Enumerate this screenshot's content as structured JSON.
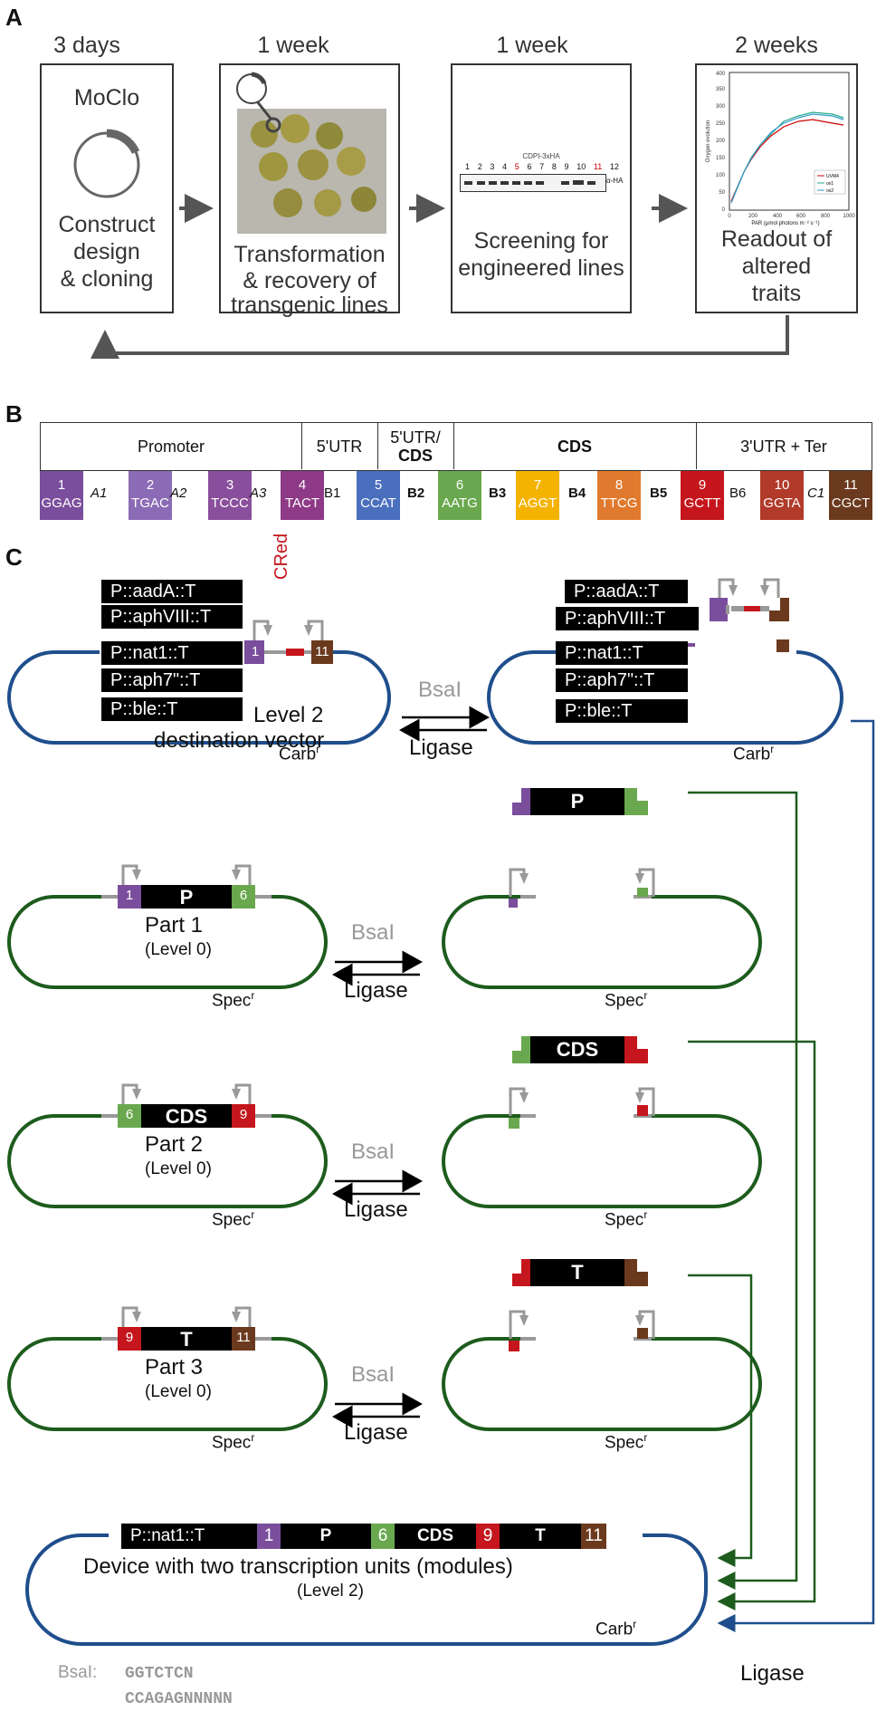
{
  "panelA": {
    "letter": "A",
    "steps": [
      {
        "duration": "3 days",
        "title": "MoClo",
        "text": [
          "Construct",
          "design",
          "& cloning"
        ]
      },
      {
        "duration": "1 week",
        "text": [
          "Transformation",
          "& recovery of",
          "transgenic lines"
        ]
      },
      {
        "duration": "1 week",
        "text": [
          "Screening for",
          "engineered lines"
        ],
        "blot_title": "CDPI-3xHA",
        "blot_lanes": [
          "1",
          "2",
          "3",
          "4",
          "5",
          "6",
          "7",
          "8",
          "9",
          "10",
          "11",
          "12"
        ],
        "blot_tag": "α-HA"
      },
      {
        "duration": "2 weeks",
        "text": [
          "Readout of",
          "altered",
          "traits"
        ]
      }
    ],
    "mini_chart": {
      "ylabel": "Oxygen evolution",
      "xlabel": "PAR (μmol photons m⁻² s⁻¹)",
      "yticks": [
        "0",
        "50",
        "100",
        "150",
        "200",
        "250",
        "300",
        "350",
        "400"
      ],
      "xticks": [
        "0",
        "200",
        "400",
        "600",
        "800",
        "1000"
      ],
      "legend": [
        "UVM4",
        "ox1",
        "ox2"
      ]
    }
  },
  "panelB": {
    "letter": "B",
    "segments": [
      {
        "label": "Promoter",
        "bold": false
      },
      {
        "label": "5'UTR",
        "bold": false
      },
      {
        "label_line1": "5'UTR/",
        "label_line2": "CDS"
      },
      {
        "label": "CDS",
        "bold": true
      },
      {
        "label": "3'UTR + Ter",
        "bold": false
      }
    ],
    "parts": [
      {
        "num": "1",
        "seq": "GGAG",
        "color": "#7a4e9c"
      },
      {
        "num": "2",
        "seq": "TGAC",
        "color": "#8b6bb5"
      },
      {
        "num": "3",
        "seq": "TCCC",
        "color": "#8a4f9c"
      },
      {
        "num": "4",
        "seq": "TACT",
        "color": "#8e3a86"
      },
      {
        "num": "5",
        "seq": "CCAT",
        "color": "#4a6fbd"
      },
      {
        "num": "6",
        "seq": "AATG",
        "color": "#6aa84f"
      },
      {
        "num": "7",
        "seq": "AGGT",
        "color": "#f5b301"
      },
      {
        "num": "8",
        "seq": "TTCG",
        "color": "#e07a2e"
      },
      {
        "num": "9",
        "seq": "GCTT",
        "color": "#c4161c"
      },
      {
        "num": "10",
        "seq": "GGTA",
        "color": "#b13a2a"
      },
      {
        "num": "11",
        "seq": "CGCT",
        "color": "#6b3a1e"
      }
    ],
    "gaps": [
      "A1",
      "A2",
      "A3",
      "B1",
      "B2",
      "B3",
      "B4",
      "B5",
      "B6",
      "C1"
    ]
  },
  "panelC": {
    "letter": "C",
    "markers": [
      "P::aadA::T",
      "P::aphVIII::T",
      "P::nat1::T",
      "P::aph7\"::T",
      "P::ble::T"
    ],
    "cred": "CRed",
    "level2_title": "Level 2",
    "level2_sub": "destination vector",
    "carb": "Carb",
    "spec": "Spec",
    "sup": "r",
    "enzyme": "BsaI",
    "ligase": "Ligase",
    "parts": [
      {
        "name": "Part 1",
        "level": "(Level 0)",
        "left": "1",
        "mid": "P",
        "right": "6"
      },
      {
        "name": "Part 2",
        "level": "(Level 0)",
        "left": "6",
        "mid": "CDS",
        "right": "9"
      },
      {
        "name": "Part 3",
        "level": "(Level 0)",
        "left": "9",
        "mid": "T",
        "right": "11"
      }
    ],
    "device_bar": [
      "P::nat1::T",
      "1",
      "P",
      "6",
      "CDS",
      "9",
      "T",
      "11"
    ],
    "device_title": "Device with two transcription units (modules)",
    "device_level": "(Level 2)",
    "ligase_bottom": "Ligase",
    "bsai_label": "BsaI:",
    "bsai_seq1": "GGTCTCN",
    "bsai_seq2": "CCAGAGNNNNN",
    "colors": {
      "purple": "#7a4e9c",
      "green": "#6aa84f",
      "red": "#c4161c",
      "brown": "#6b3a1e",
      "blue_line": "#1f4e8c",
      "green_line": "#1d5c1d"
    }
  }
}
